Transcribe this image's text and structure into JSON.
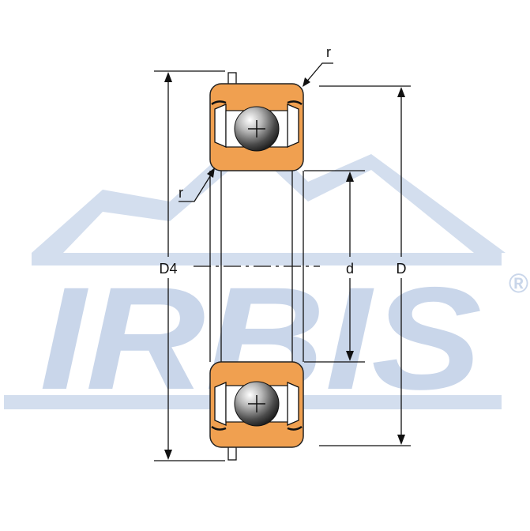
{
  "watermark": {
    "brand": "IRBIS",
    "registered": "®",
    "color": "#c9d6ea"
  },
  "labels": {
    "radius_top": "r",
    "radius_left": "r",
    "outer_reference_diameter": "D4",
    "bore_diameter": "d",
    "outer_diameter": "D"
  },
  "colors": {
    "ring": "#f0a050",
    "ring_outline": "#222222",
    "line": "#111111",
    "seal": "#ffffff"
  },
  "icons": {
    "ball_top": "ball-bearing-ball-icon",
    "ball_bottom": "ball-bearing-ball-icon"
  }
}
